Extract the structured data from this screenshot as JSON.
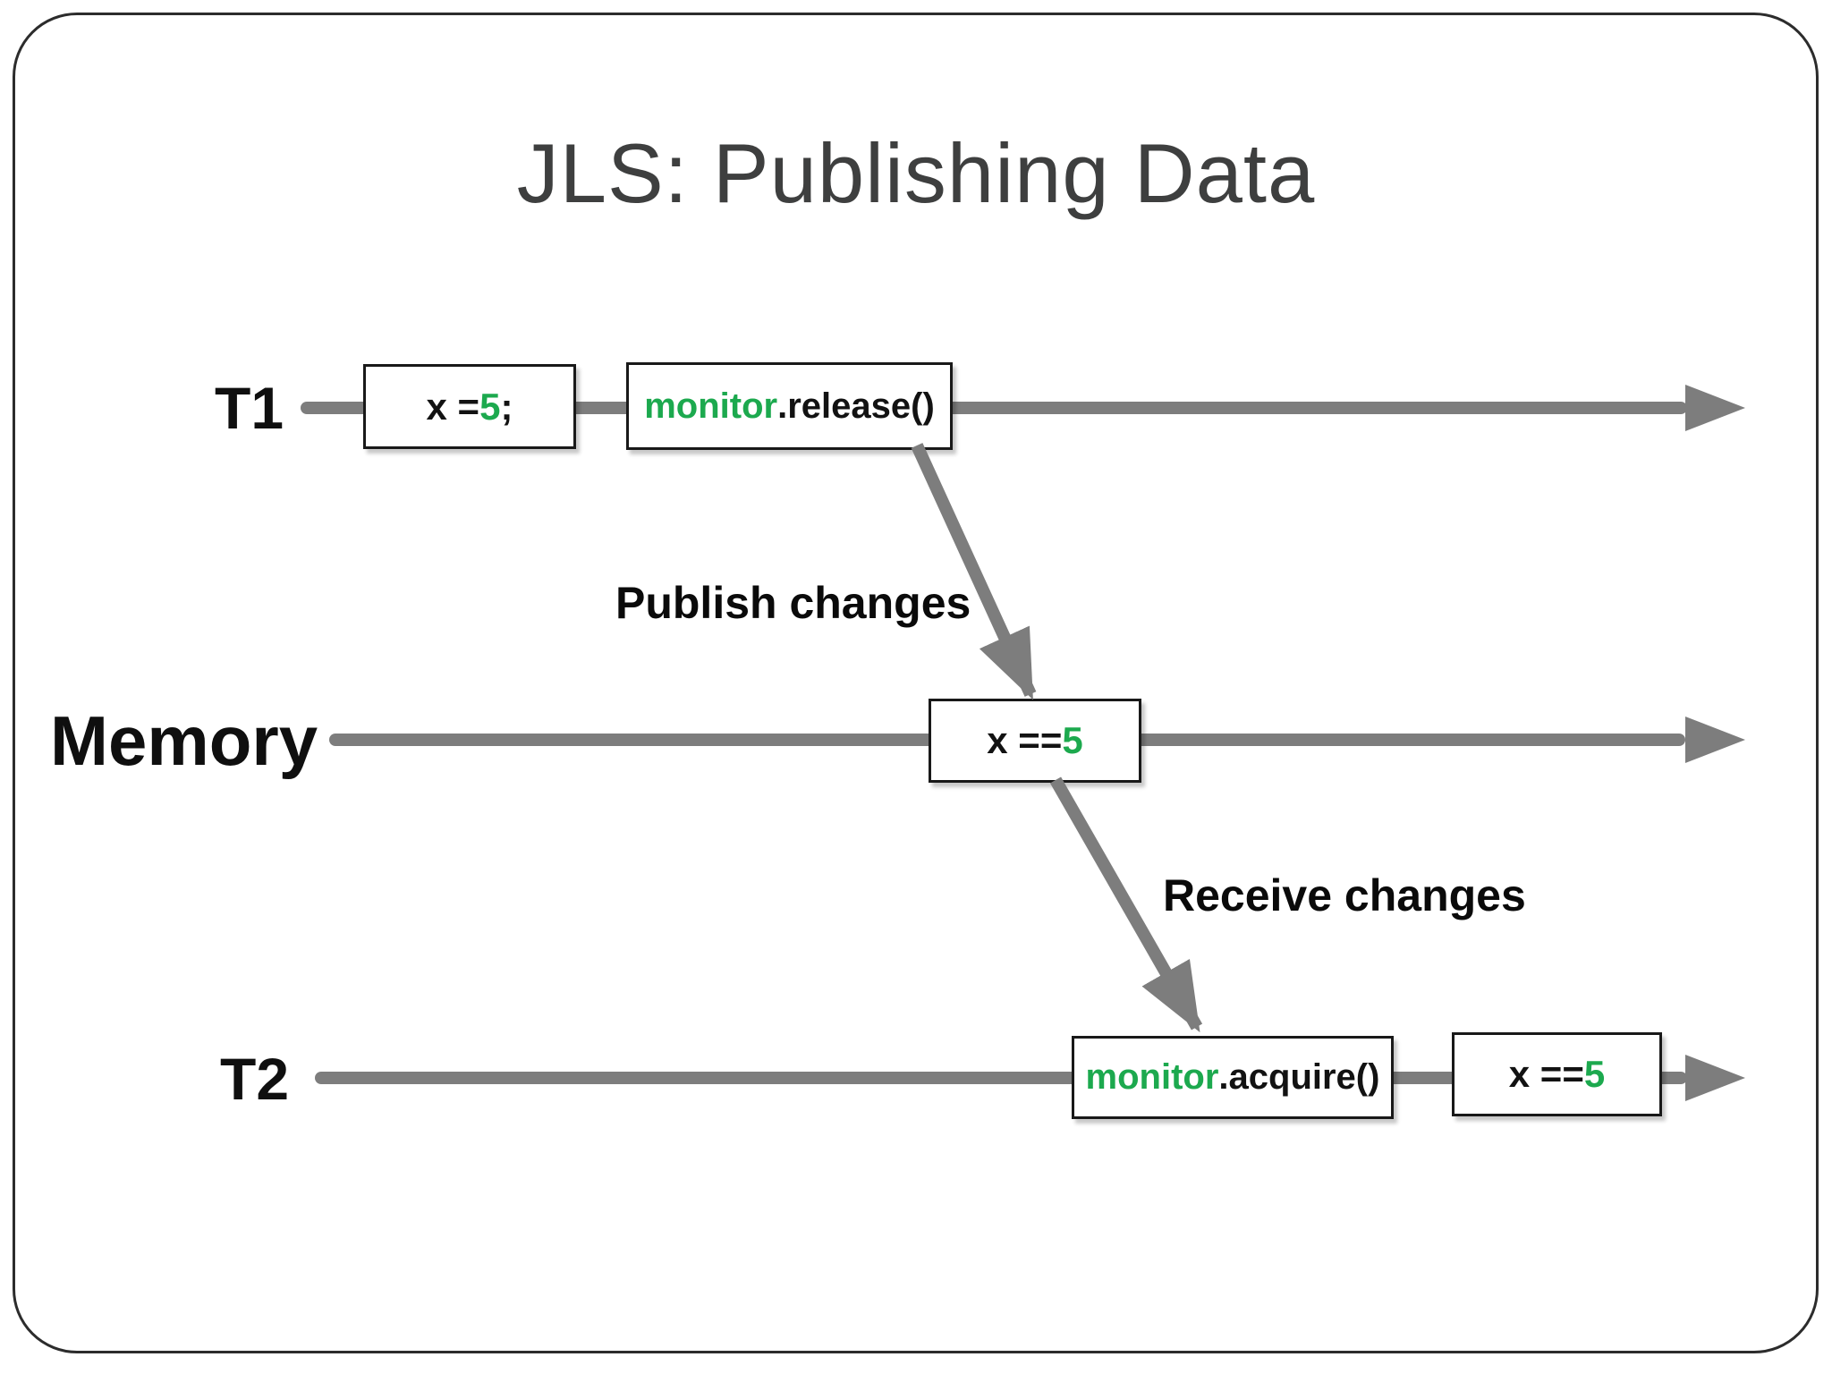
{
  "slide": {
    "title": "JLS: Publishing Data",
    "colors": {
      "timeline_gray": "#7d7d7d",
      "code_green": "#1CA94E",
      "title_gray": "#3e3f3f",
      "text_black": "#121212",
      "frame_border": "#2c2c2c"
    }
  },
  "rows": {
    "t1": {
      "label": "T1",
      "assign_box": {
        "pre": "x = ",
        "value": "5",
        "post": ";"
      },
      "release_box": {
        "object": "monitor",
        "call": ".release()"
      }
    },
    "memory": {
      "label": "Memory",
      "value_box": {
        "pre": "x == ",
        "value": "5"
      }
    },
    "t2": {
      "label": "T2",
      "acquire_box": {
        "object": "monitor",
        "call": ".acquire()"
      },
      "value_box": {
        "pre": "x == ",
        "value": "5"
      }
    }
  },
  "annotations": {
    "publish": "Publish changes",
    "receive": "Receive changes"
  }
}
